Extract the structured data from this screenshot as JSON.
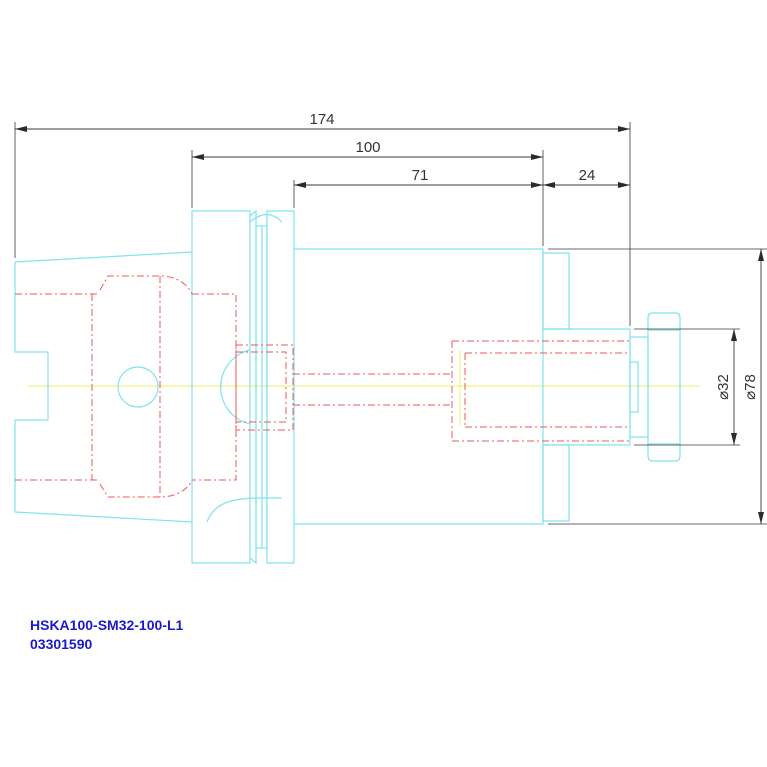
{
  "drawing": {
    "dimensions": {
      "overall_length": "174",
      "body_length": "100",
      "shank_length": "71",
      "nut_length": "24",
      "inner_diameter": "⌀32",
      "outer_diameter": "⌀78"
    },
    "part_number": "HSKA100-SM32-100-L1",
    "order_number": "03301590"
  }
}
